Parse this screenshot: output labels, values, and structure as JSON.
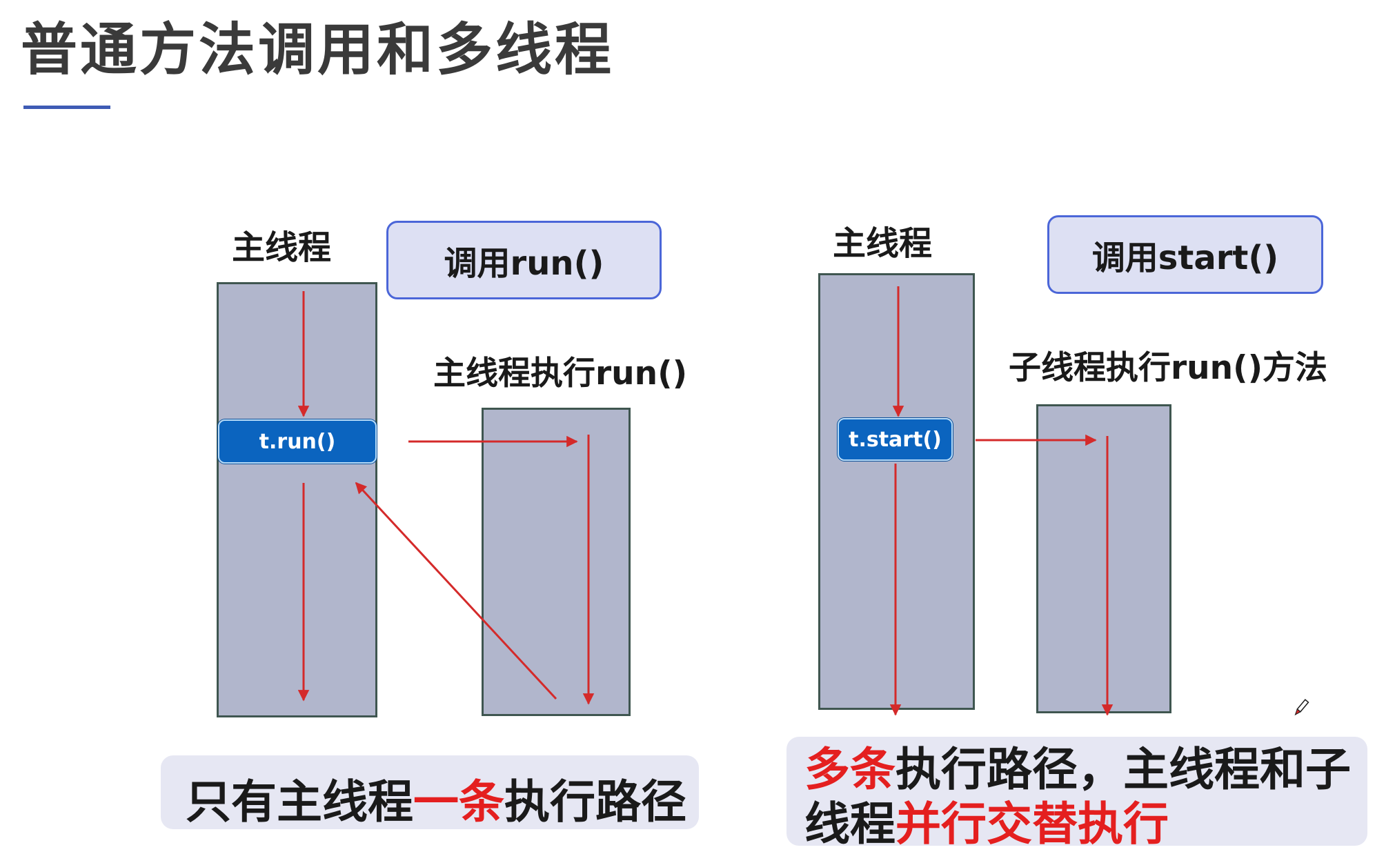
{
  "title": "普通方法调用和多线程",
  "left": {
    "main_thread_label": "主线程",
    "call_label": "调用run()",
    "method_label": "t.run()",
    "exec_label": "主线程执行run()",
    "summary_part1": "只有主线程",
    "summary_highlight": "一条",
    "summary_part2": "执行路径"
  },
  "right": {
    "main_thread_label": "主线程",
    "call_label": "调用start()",
    "method_label": "t.start()",
    "exec_label": "子线程执行run()方法",
    "summary_highlight1": "多条",
    "summary_part1": "执行路径，主线程和子",
    "summary_part2": "线程",
    "summary_highlight2": "并行交替执行"
  },
  "colors": {
    "arrow": "#d42a2a",
    "bar_fill": "#b1b6cc",
    "call_box_border": "#4b66d8",
    "method_box_fill": "#0b64bf",
    "highlight": "#e41f1f"
  },
  "icons": {
    "pen_cursor": "pen-cursor-icon"
  }
}
